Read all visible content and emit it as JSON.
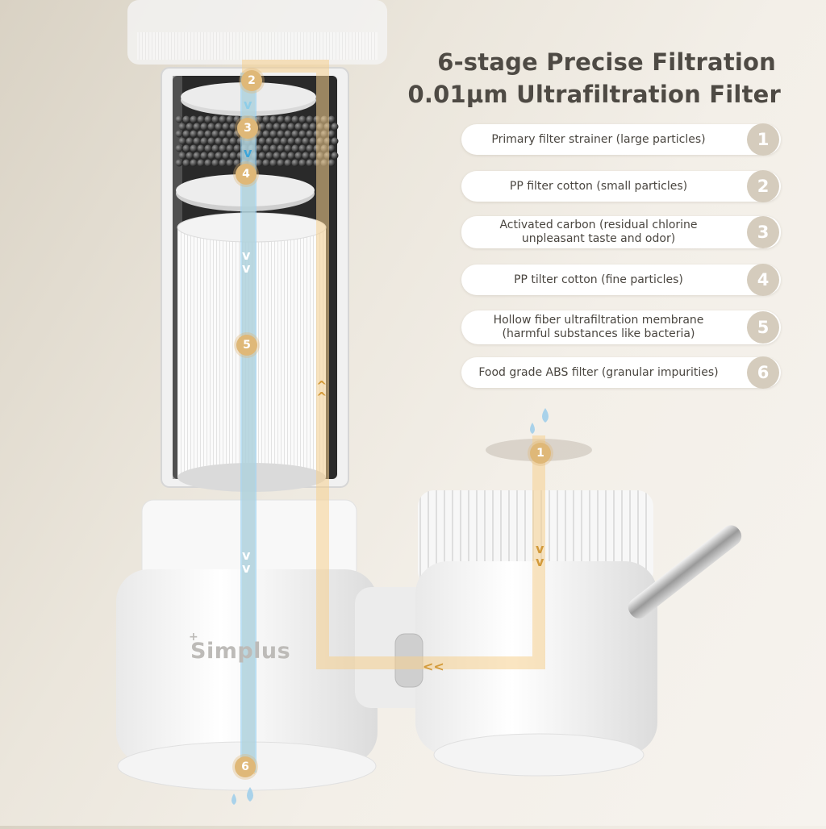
{
  "header": {
    "line1": "6-stage Precise Filtration",
    "line2": "0.01µm Ultrafiltration Filter"
  },
  "stages": [
    {
      "number": "1",
      "text": "Primary filter strainer (large particles)"
    },
    {
      "number": "2",
      "text": "PP filter cotton (small particles)"
    },
    {
      "number": "3",
      "text": "Activated carbon (residual chlorine unpleasant taste and odor)"
    },
    {
      "number": "4",
      "text": "PP tilter cotton (fine particles)"
    },
    {
      "number": "5",
      "text": "Hollow fiber ultrafiltration membrane (harmful substances like bacteria)"
    },
    {
      "number": "6",
      "text": "Food grade ABS filter (granular impurities)"
    }
  ],
  "product": {
    "brand": "Simplus",
    "brand_mark": "+"
  },
  "diagram_markers": [
    "2",
    "3",
    "4",
    "5",
    "1",
    "6"
  ],
  "colors": {
    "title": "#4e4a44",
    "stage_badge": "#d5ccbd",
    "flow_orange": "#f5cf8e",
    "flow_blue": "#9fd3ef",
    "marker": "#dfb878"
  }
}
